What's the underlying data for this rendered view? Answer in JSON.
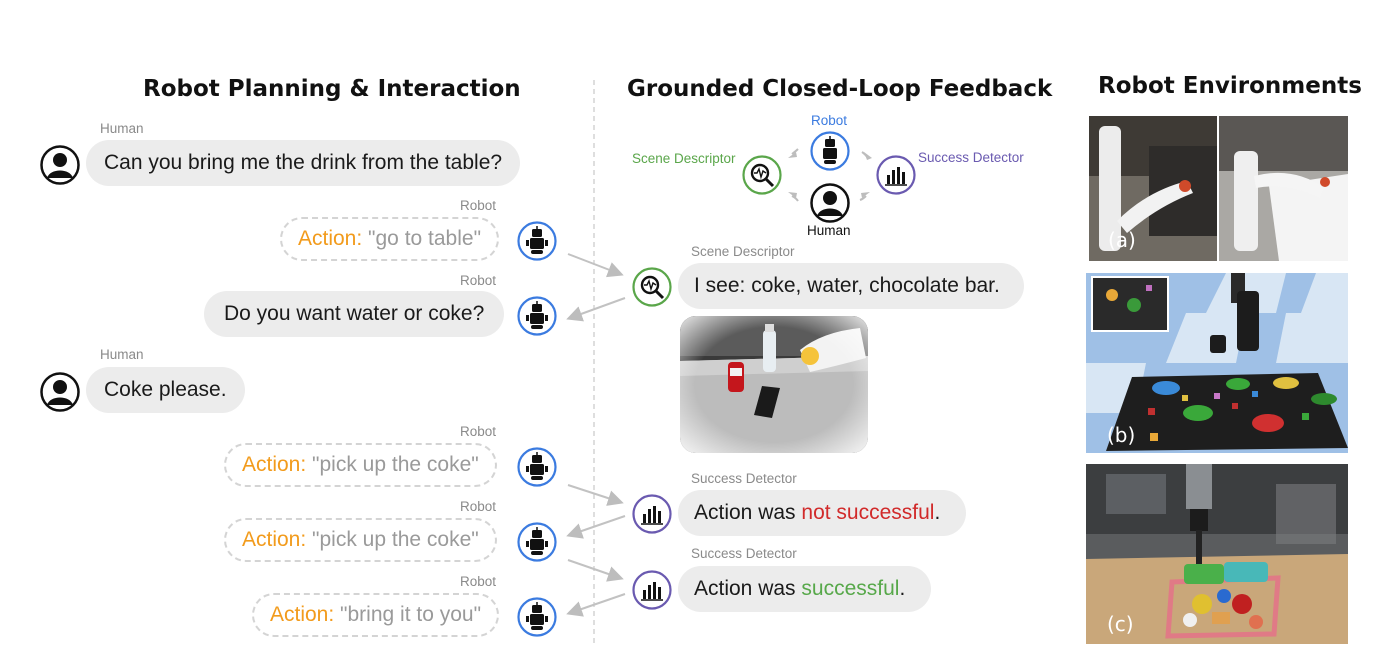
{
  "headings": {
    "left": "Robot Planning & Interaction",
    "middle": "Grounded Closed-Loop Feedback",
    "right": "Robot Environments"
  },
  "left_panel": {
    "msg1": {
      "speaker": "Human",
      "text": "Can you bring me the drink from the table?"
    },
    "msg2": {
      "speaker": "Robot",
      "keyword": "Action:",
      "arg": "\"go to table\""
    },
    "msg3": {
      "speaker": "Robot",
      "text": "Do you want water or coke?"
    },
    "msg4": {
      "speaker": "Human",
      "text": "Coke please."
    },
    "msg5": {
      "speaker": "Robot",
      "keyword": "Action:",
      "arg": "\"pick up the coke\""
    },
    "msg6": {
      "speaker": "Robot",
      "keyword": "Action:",
      "arg": "\"pick up the coke\""
    },
    "msg7": {
      "speaker": "Robot",
      "keyword": "Action:",
      "arg": "\"bring it to you\""
    }
  },
  "middle_panel": {
    "hub": {
      "robot": "Robot",
      "scene_descriptor": "Scene Descriptor",
      "success_detector": "Success Detector",
      "human": "Human"
    },
    "fb1": {
      "source": "Scene Descriptor",
      "text": "I see: coke, water, chocolate bar."
    },
    "fb2": {
      "source": "Success Detector",
      "prefix": "Action was ",
      "status": "not successful",
      "suffix": "."
    },
    "fb3": {
      "source": "Success Detector",
      "prefix": "Action was ",
      "status": "successful",
      "suffix": "."
    }
  },
  "environments": [
    {
      "label": "(a)"
    },
    {
      "label": "(b)"
    },
    {
      "label": "(c)"
    }
  ],
  "colors": {
    "scene_descriptor": "#5aa64a",
    "success_detector": "#6a5ab0",
    "robot": "#3b7be0",
    "action_keyword": "#f29b1c",
    "not_successful": "#d12a2a",
    "successful": "#57a84a"
  }
}
